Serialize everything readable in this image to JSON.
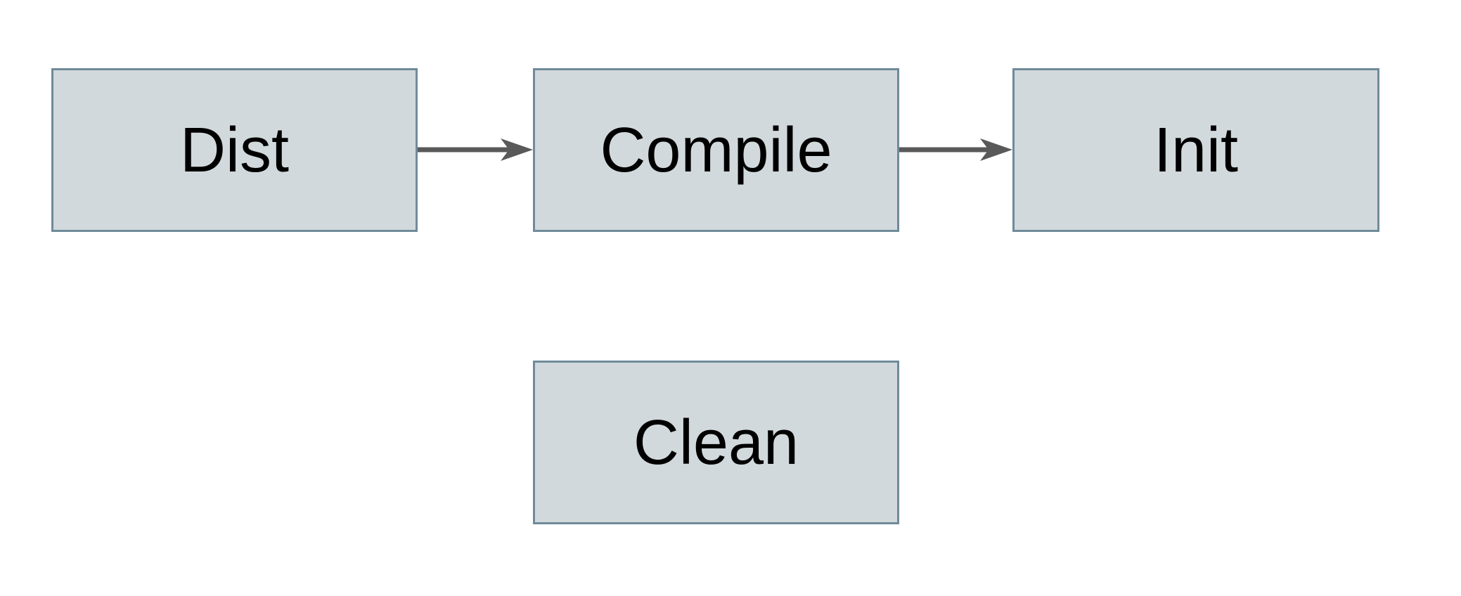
{
  "diagram": {
    "nodes": [
      {
        "id": "dist",
        "label": "Dist"
      },
      {
        "id": "compile",
        "label": "Compile"
      },
      {
        "id": "init",
        "label": "Init"
      },
      {
        "id": "clean",
        "label": "Clean"
      }
    ],
    "edges": [
      {
        "from": "Dist",
        "to": "Compile",
        "direction": "right"
      },
      {
        "from": "Compile",
        "to": "Init",
        "direction": "right"
      }
    ]
  },
  "colors": {
    "node-fill": "#d2d9dc",
    "node-border": "#6f8b9a",
    "arrow": "#595959",
    "text": "#000000",
    "background": "#ffffff"
  }
}
